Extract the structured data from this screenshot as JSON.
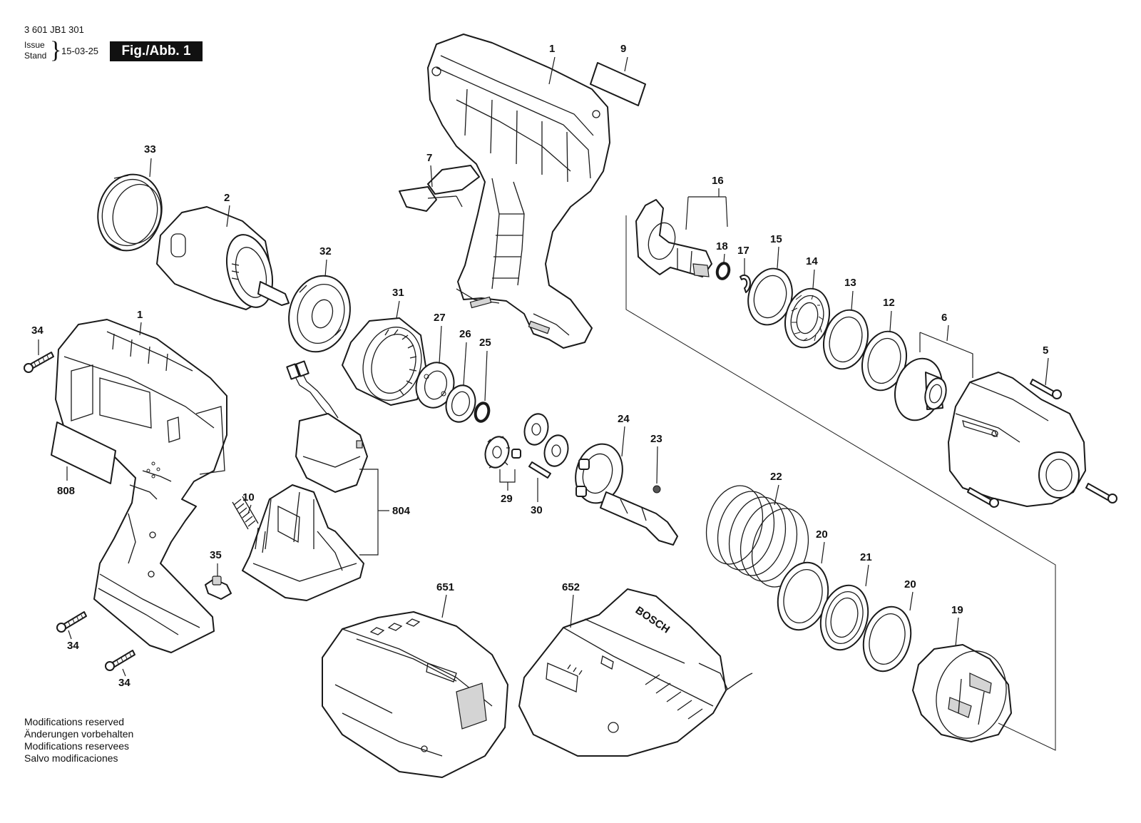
{
  "header": {
    "doc_number": "3 601 JB1 301",
    "issue_label": "Issue",
    "stand_label": "Stand",
    "issue_date": "15-03-25",
    "figure_label": "Fig./Abb. 1"
  },
  "disclaimer": {
    "line_en": "Modifications reserved",
    "line_de": "Änderungen vorbehalten",
    "line_fr": "Modifications reservees",
    "line_es": "Salvo modificaciones"
  },
  "brand_text": "BOSCH",
  "callouts": {
    "c1_top": "1",
    "c9": "9",
    "c33": "33",
    "c2": "2",
    "c7": "7",
    "c16": "16",
    "c18": "18",
    "c17": "17",
    "c15": "15",
    "c14": "14",
    "c13": "13",
    "c12": "12",
    "c32": "32",
    "c31": "31",
    "c27": "27",
    "c26": "26",
    "c25": "25",
    "c1_left": "1",
    "c34_top": "34",
    "c6": "6",
    "c5": "5",
    "c24": "24",
    "c23": "23",
    "c29": "29",
    "c30": "30",
    "c808": "808",
    "c10": "10",
    "c804": "804",
    "c35": "35",
    "c22": "22",
    "c20_a": "20",
    "c21": "21",
    "c20_b": "20",
    "c19": "19",
    "c651": "651",
    "c652": "652",
    "c34_mid": "34",
    "c34_bot": "34"
  }
}
